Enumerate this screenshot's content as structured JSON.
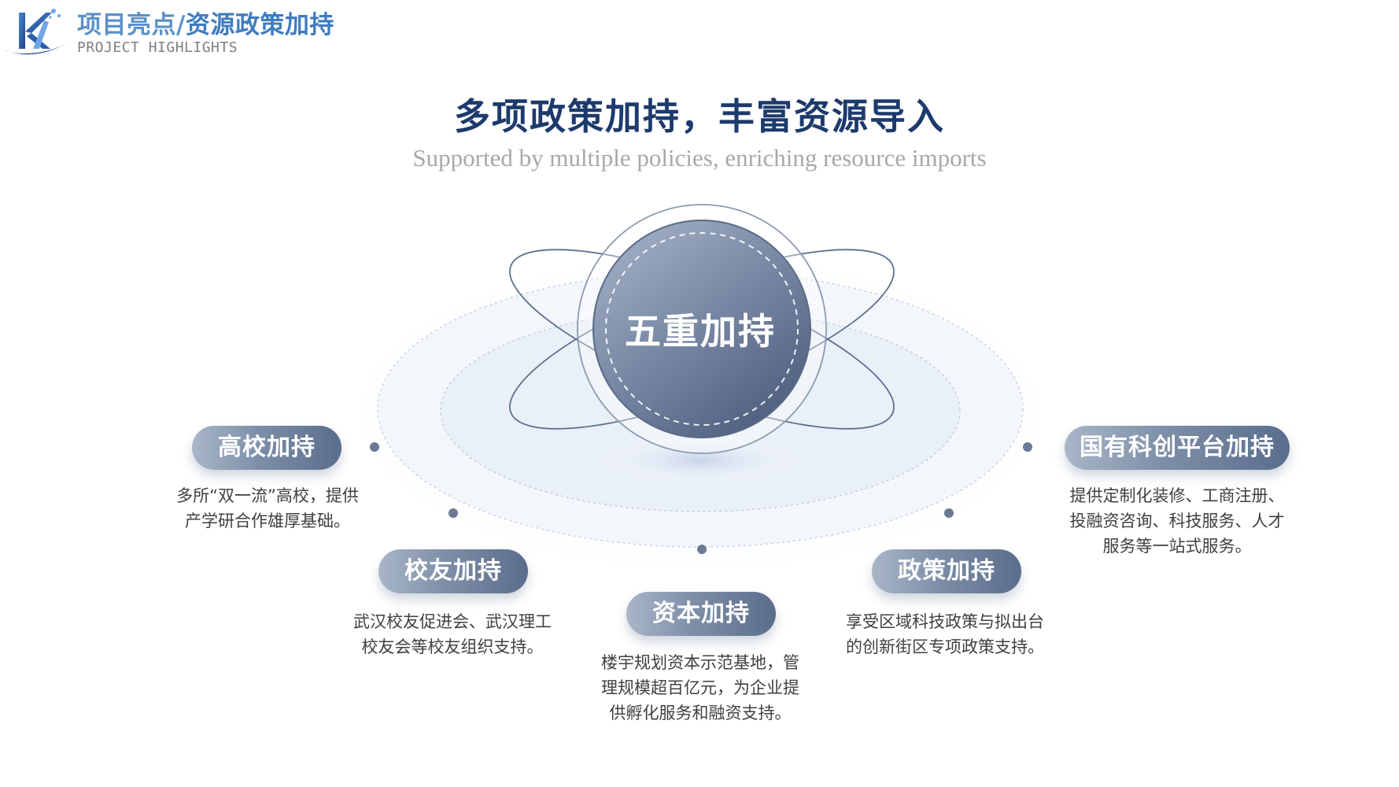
{
  "header": {
    "title_prefix": "项目亮点/",
    "title_accent": "资源政策加持",
    "subtitle": "PROJECT HIGHLIGHTS"
  },
  "main": {
    "title": "多项政策加持，丰富资源导入",
    "subtitle": "Supported by multiple policies, enriching resource imports"
  },
  "center": {
    "label": "五重加持"
  },
  "items": [
    {
      "label": "高校加持",
      "desc": [
        "多所“双一流”高校，提供",
        "产学研合作雄厚基础。"
      ]
    },
    {
      "label": "校友加持",
      "desc": [
        "武汉校友促进会、武汉理工",
        "校友会等校友组织支持。"
      ]
    },
    {
      "label": "资本加持",
      "desc": [
        "楼宇规划资本示范基地，管",
        "理规模超百亿元，为企业提",
        "供孵化服务和融资支持。"
      ]
    },
    {
      "label": "政策加持",
      "desc": [
        "享受区域科技政策与拟出台",
        "的创新街区专项政策支持。"
      ]
    },
    {
      "label": "国有科创平台加持",
      "desc": [
        "提供定制化装修、工商注册、",
        "投融资咨询、科技服务、人才",
        "服务等一站式服务。"
      ]
    }
  ],
  "colors": {
    "header_title": "#5b91c9",
    "main_title": "#1d3a6c",
    "pill_dark": "#5a6d8c",
    "pill_light": "#a9b6c8",
    "subtitle_gray": "#a8a8a8"
  },
  "icons": [
    "logo-icon"
  ]
}
